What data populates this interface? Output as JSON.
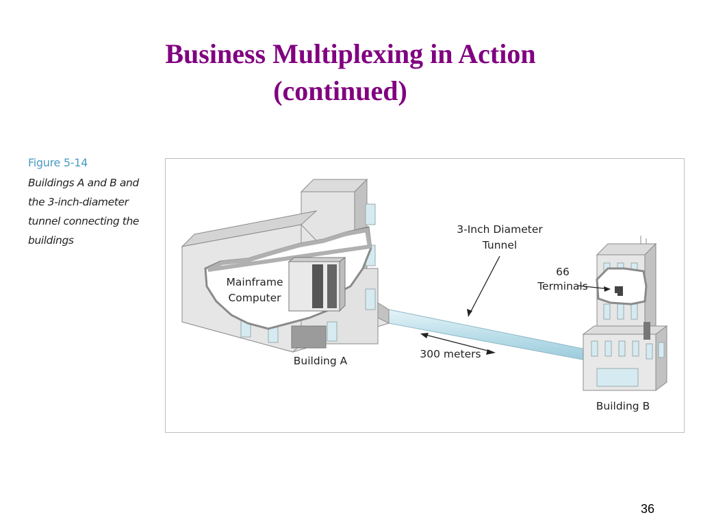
{
  "slide": {
    "title_line1": "Business Multiplexing in Action",
    "title_line2": "(continued)",
    "page_number": "36"
  },
  "figure": {
    "label": "Figure 5-14",
    "caption": "Buildings A and B and the 3-inch-diameter tunnel connecting the buildings",
    "labels": {
      "mainframe_line1": "Mainframe",
      "mainframe_line2": "Computer",
      "building_a": "Building A",
      "tunnel_line1": "3-Inch Diameter",
      "tunnel_line2": "Tunnel",
      "distance": "300 meters",
      "terminals_line1": "66",
      "terminals_line2": "Terminals",
      "building_b": "Building B"
    }
  }
}
